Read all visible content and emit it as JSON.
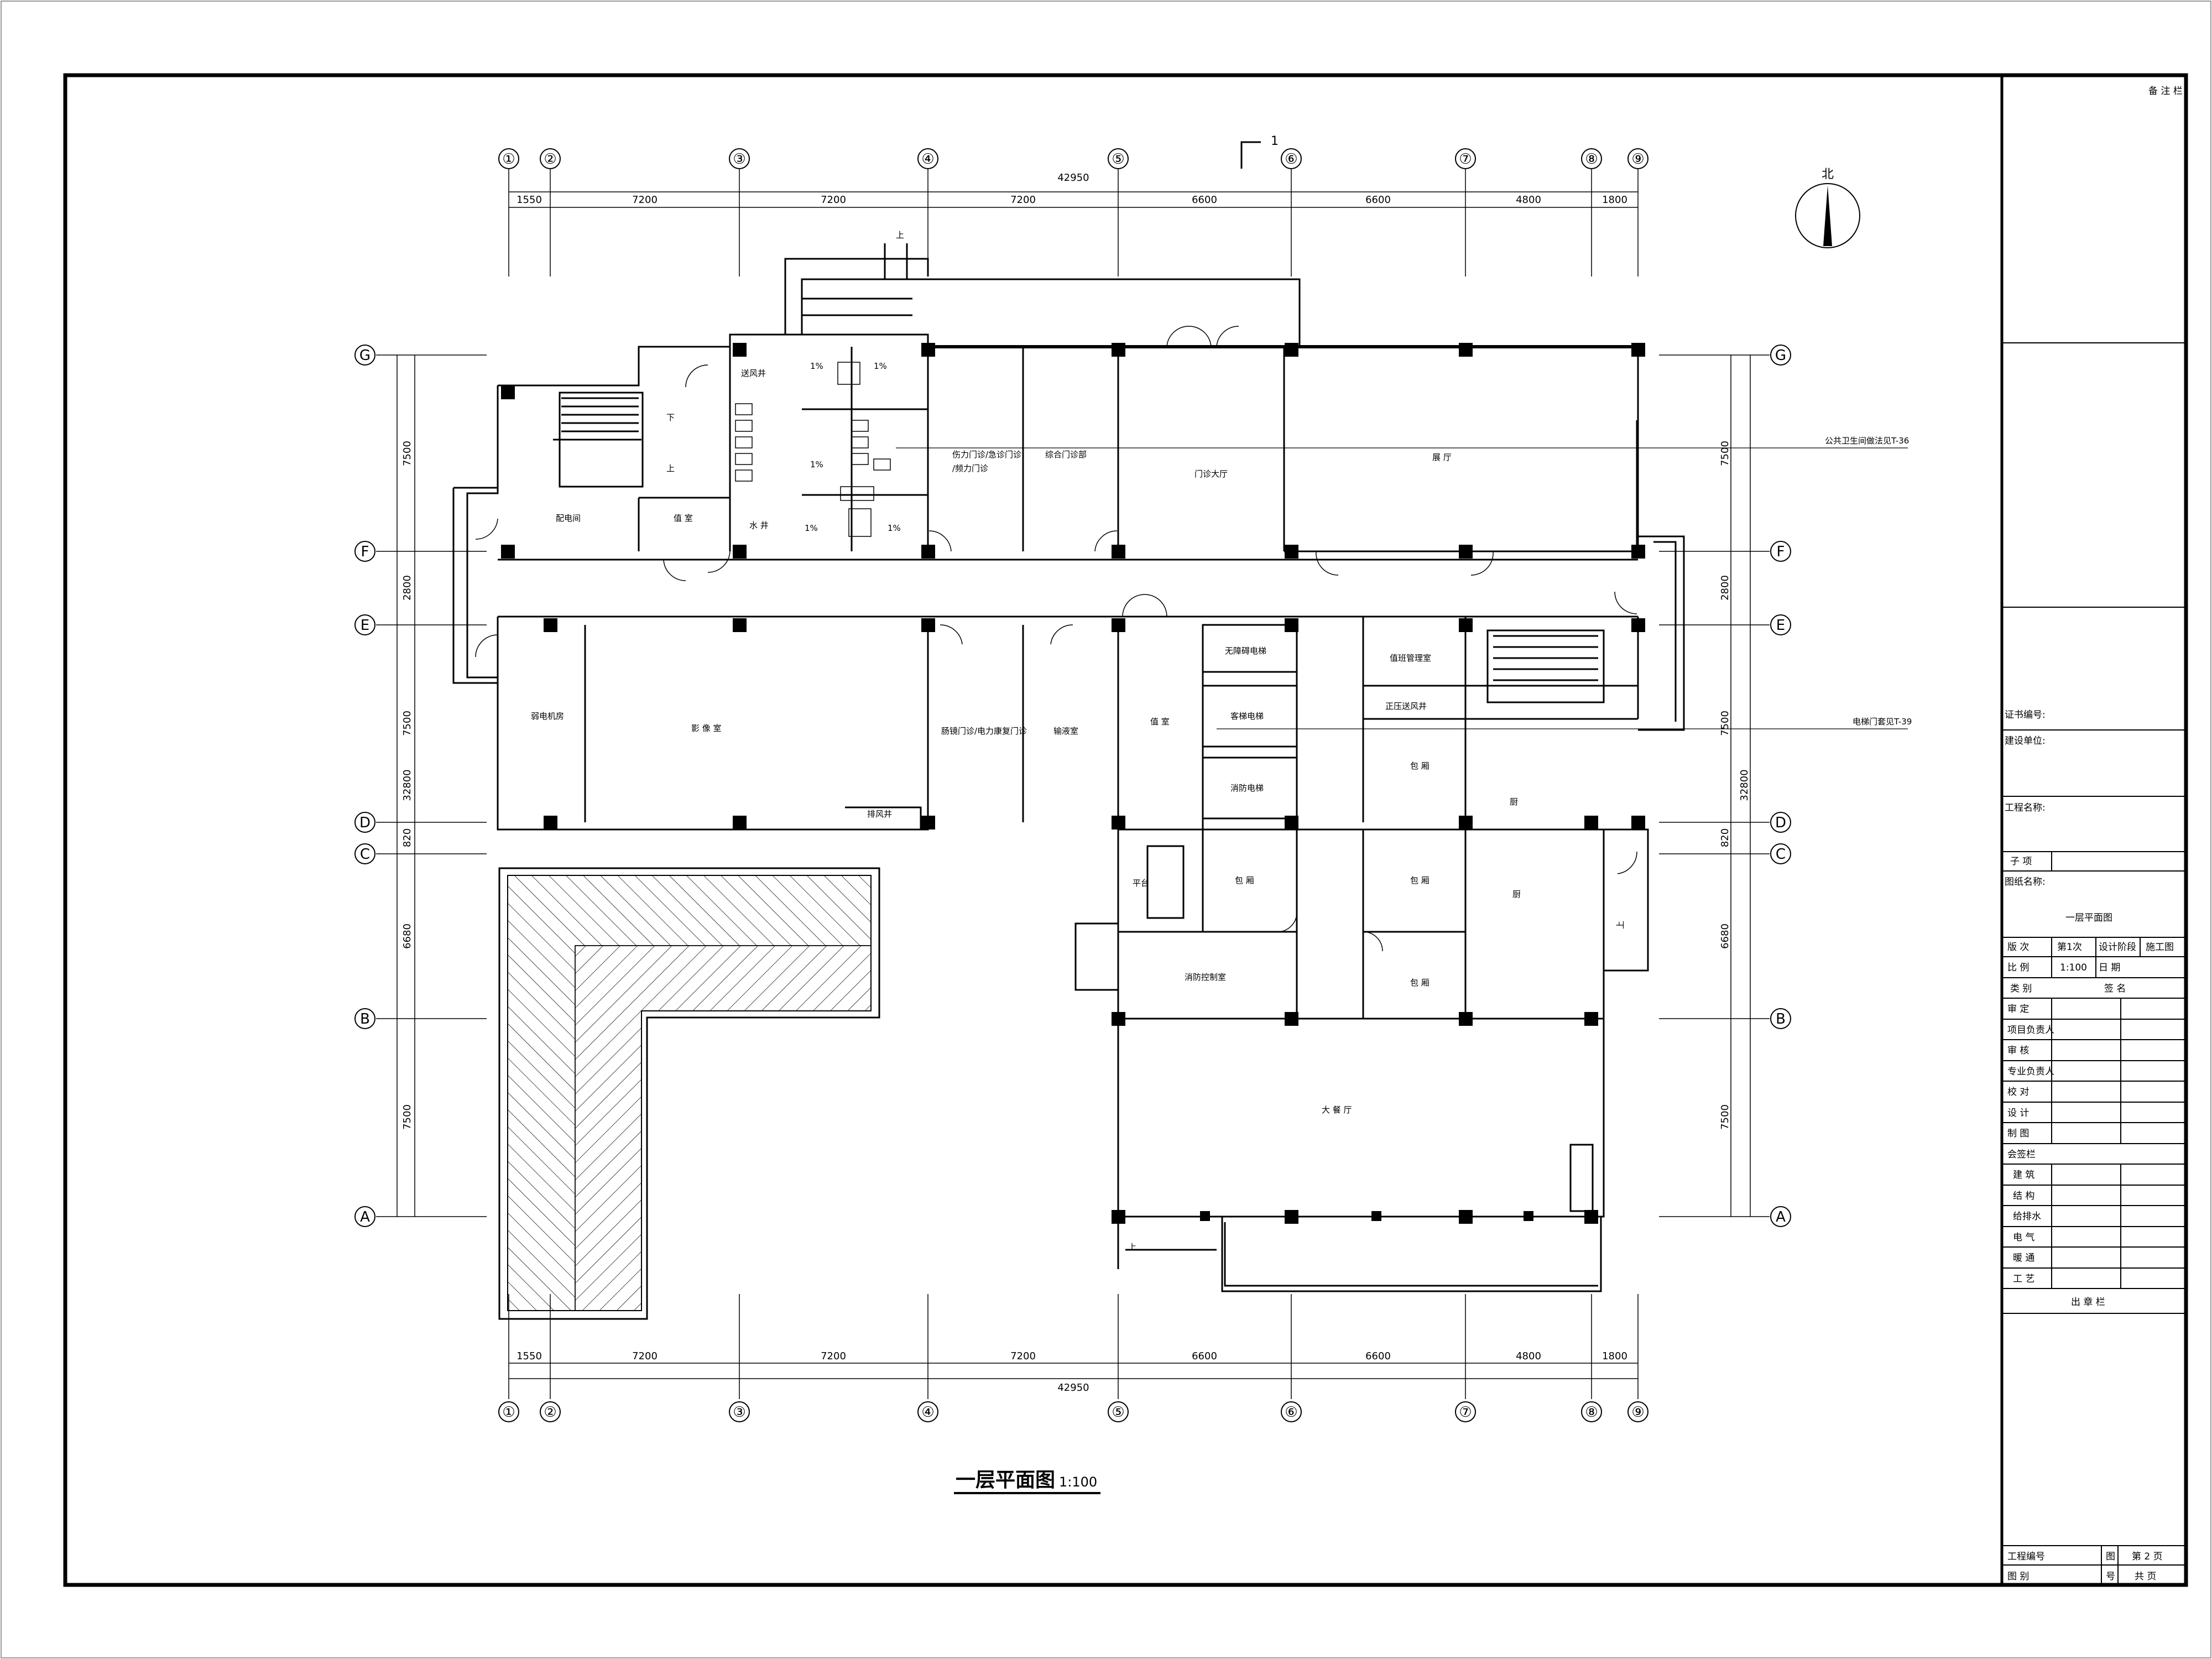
{
  "drawing": {
    "title": "一层平面图",
    "scale": "1:100",
    "north": "北",
    "section_mark": "1"
  },
  "grid": {
    "columns": [
      "①",
      "②",
      "③",
      "④",
      "⑤",
      "⑥",
      "⑦",
      "⑧",
      "⑨"
    ],
    "rows": [
      "G",
      "F",
      "E",
      "D",
      "C",
      "B",
      "A"
    ],
    "top_dims": [
      "1550",
      "7200",
      "7200",
      "7200",
      "6600",
      "6600",
      "4800",
      "1800"
    ],
    "bottom_dims": [
      "1550",
      "7200",
      "7200",
      "7200",
      "6600",
      "6600",
      "4800",
      "1800"
    ],
    "overall_width": "42950",
    "left_dims": [
      "7500",
      "2800",
      "7500",
      "820",
      "6680",
      "7500"
    ],
    "right_dims": [
      "7500",
      "2800",
      "7500",
      "820",
      "6680",
      "7500"
    ],
    "overall_height": "32800"
  },
  "rooms": {
    "pipe_shaft_top": "送风井",
    "distribution": "配电间",
    "lounge": "值 室",
    "water_well": "水 井",
    "clinic_a": "伤力门诊/急诊门诊",
    "clinic_a2": "/频力门诊",
    "clinic_b": "综合门诊部",
    "clinic_hall": "门诊大厅",
    "hall": "展 厅",
    "weak_room": "弱电机房",
    "imaging": "影 像 室",
    "surgery": "肠镜门诊/电力康复门诊",
    "infusion": "输液室",
    "duty": "值 室",
    "exhaust": "排风井",
    "elevator_room": "无障碍电梯",
    "passenger_elevator": "客梯电梯",
    "fire_elevator": "消防电梯",
    "ops_room": "值班管理室",
    "smoke_shaft": "正压送风井",
    "box1": "包 厢",
    "kitchen": "厨",
    "platform": "平台",
    "box2": "包 厢",
    "box3": "包 厢",
    "kitchen2": "厨",
    "fire_control": "消防控制室",
    "box4": "包 厢",
    "dining": "大 餐 厅",
    "slope_1": "1%",
    "up": "上",
    "down": "下"
  },
  "notes": {
    "toilet_ref": "公共卫生间做法见T-36",
    "elevator_ref": "电梯门套见T-39"
  },
  "title_block": {
    "remarks": "备 注 栏",
    "cert_no": "证书编号:",
    "client": "建设单位:",
    "project": "工程名称:",
    "sub_item": "子    项",
    "sheet_name_label": "图纸名称:",
    "sheet_name": "一层平面图",
    "version_label": "版    次",
    "version": "第1次",
    "stage_label": "设计阶段",
    "stage": "施工图",
    "scale_label": "比    例",
    "scale": "1:100",
    "date_label": "日    期",
    "category_label": "类    别",
    "sign_label": "签    名",
    "roles": [
      "审    定",
      "项目负责人",
      "审    核",
      "专业负责人",
      "校    对",
      "设    计",
      "制    图"
    ],
    "countersign_label": "会签栏",
    "disciplines": [
      "建    筑",
      "结    构",
      "给排水",
      "电    气",
      "暖    通",
      "工    艺"
    ],
    "seal_label": "出 章 栏",
    "project_no_label": "工程编号",
    "drawing_no_label": "图    别",
    "sheet_label": "第 2 页",
    "total_label": "共  页",
    "sheet_prefix": "图",
    "total_prefix": "号"
  }
}
